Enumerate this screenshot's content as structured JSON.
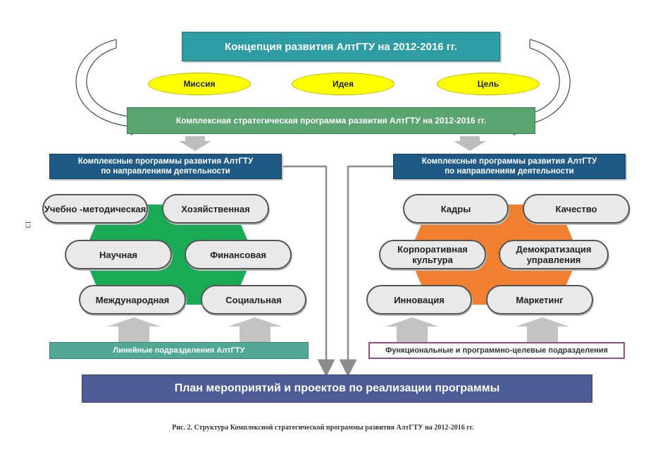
{
  "title": "Концепция развития АлтГТУ на 2012-2016 гг.",
  "concepts": [
    "Миссия",
    "Идея",
    "Цель"
  ],
  "program": "Комплексная стратегическая программа развития АлтГТУ на 2012-2016 гг.",
  "left": {
    "header_line1": "Комплексные программы развития АлтГТУ",
    "header_line2": "по направлениям деятельности",
    "items": [
      "Учебно -методическая",
      "Хозяйственная",
      "Научная",
      "Финансовая",
      "Международная",
      "Социальная"
    ],
    "footer": "Линейные подразделения АлтГТУ",
    "hex_color": "#1aaa55"
  },
  "right": {
    "header_line1": "Комплексные программы развития АлтГТУ",
    "header_line2": "по направлениям деятельности",
    "items": [
      "Кадры",
      "Качество",
      "Корпоративная культура",
      "Демократизация управления",
      "Инновация",
      "Маркетинг"
    ],
    "footer": "Функциональные и программно-целевые подразделения",
    "hex_color": "#f08030"
  },
  "plan": "План мероприятий и проектов по реализации программы",
  "caption": "Рис. 2. Структура  Комплексной стратегической программы развития АлтГТУ на 2012-2016 гг.",
  "page_number": "13"
}
